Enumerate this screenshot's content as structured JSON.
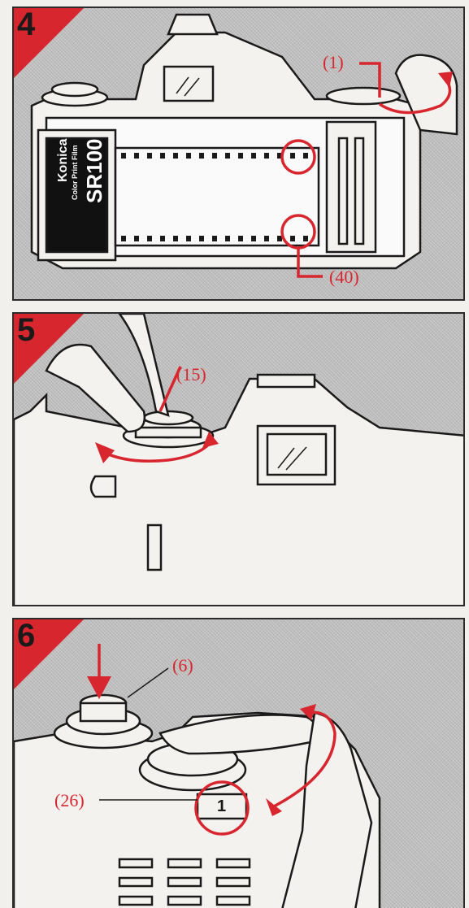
{
  "steps": [
    {
      "number": "4",
      "labels": [
        "(1)",
        "(40)"
      ]
    },
    {
      "number": "5",
      "labels": [
        "(15)"
      ]
    },
    {
      "number": "6",
      "labels": [
        "(6)",
        "(26)"
      ]
    }
  ],
  "film": {
    "brand": "Konica",
    "type": "Color Print Film",
    "name": "SR100"
  },
  "counter_value": "1",
  "colors": {
    "accent": "#d8262f",
    "line": "#1a1a1a",
    "hatch": "#bdbdbd"
  }
}
